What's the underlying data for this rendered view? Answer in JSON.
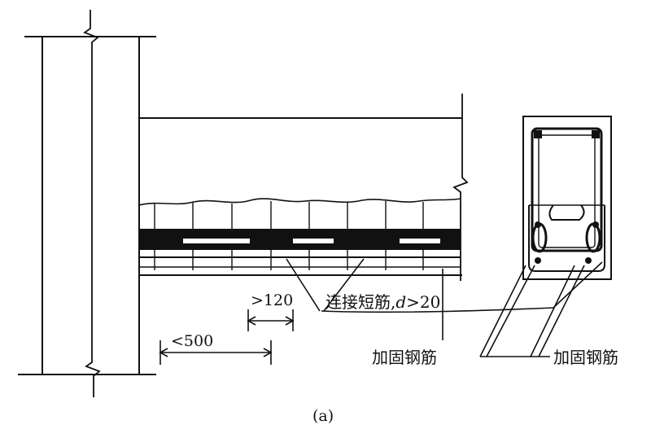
{
  "labels": {
    "dim_gt_120": ">120",
    "dim_lt_500": "<500",
    "connector_prefix": "连接短筋,",
    "connector_var": "d",
    "connector_value": ">20",
    "reinforce_left": "加固钢筋",
    "reinforce_right": "加固钢筋",
    "caption": "(a)"
  }
}
